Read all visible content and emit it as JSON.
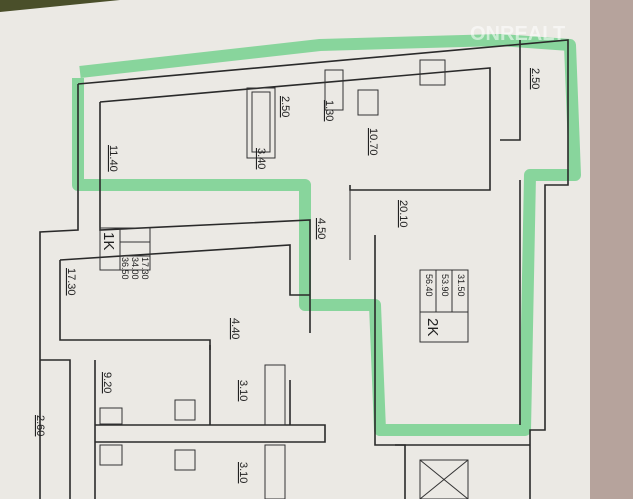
{
  "watermark": "ONREALT",
  "rooms": {
    "balcony_top": "2.50",
    "bathroom_top": "2.50",
    "toilet_top": "1.30",
    "hall_top": "3.40",
    "room_top_left": "11.40",
    "kitchen_top": "10.70",
    "room_2k": "20.10",
    "corridor_2k": "4.50",
    "room_1k": "17.30",
    "hall_1k": "4.40",
    "kitchen_bottom": "9.20",
    "balcony_bottom": "2.60",
    "bathroom_mid": "3.10",
    "bathroom_bottom": "3.10"
  },
  "apartment_1k": {
    "type": "1K",
    "living": "17.30",
    "total": "34.00",
    "total_with_balcony": "36.50"
  },
  "apartment_2k": {
    "type": "2K",
    "living": "31.50",
    "total": "53.90",
    "total_with_balcony": "56.40"
  }
}
